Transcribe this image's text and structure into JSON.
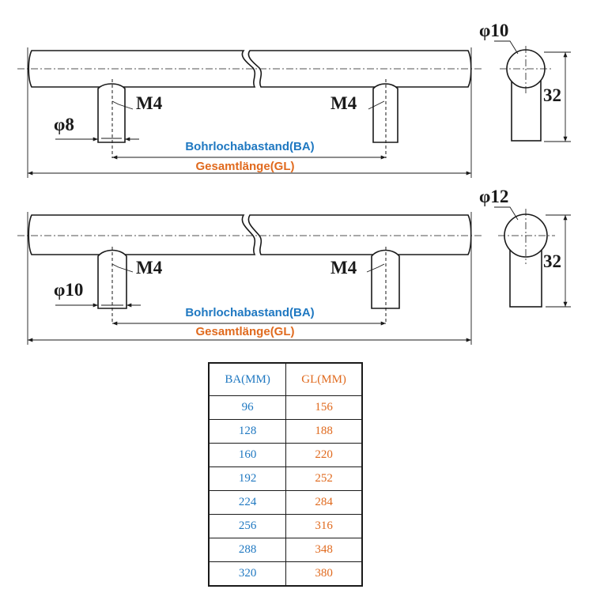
{
  "diagrams": [
    {
      "bar_diameter": "φ10",
      "post_diameter": "φ8",
      "thread_left": "M4",
      "thread_right": "M4",
      "height": "32",
      "hole_spacing_label": "Bohrlochabastand(BA)",
      "total_length_label": "Gesamtlänge(GL)"
    },
    {
      "bar_diameter": "φ12",
      "post_diameter": "φ10",
      "thread_left": "M4",
      "thread_right": "M4",
      "height": "32",
      "hole_spacing_label": "Bohrlochabastand(BA)",
      "total_length_label": "Gesamtlänge(GL)"
    }
  ],
  "colors": {
    "ba": "#1f78c1",
    "gl": "#e06a1e",
    "line": "#1a1a1a"
  },
  "table": {
    "headers": [
      "BA(MM)",
      "GL(MM)"
    ],
    "rows": [
      [
        "96",
        "156"
      ],
      [
        "128",
        "188"
      ],
      [
        "160",
        "220"
      ],
      [
        "192",
        "252"
      ],
      [
        "224",
        "284"
      ],
      [
        "256",
        "316"
      ],
      [
        "288",
        "348"
      ],
      [
        "320",
        "380"
      ]
    ]
  }
}
